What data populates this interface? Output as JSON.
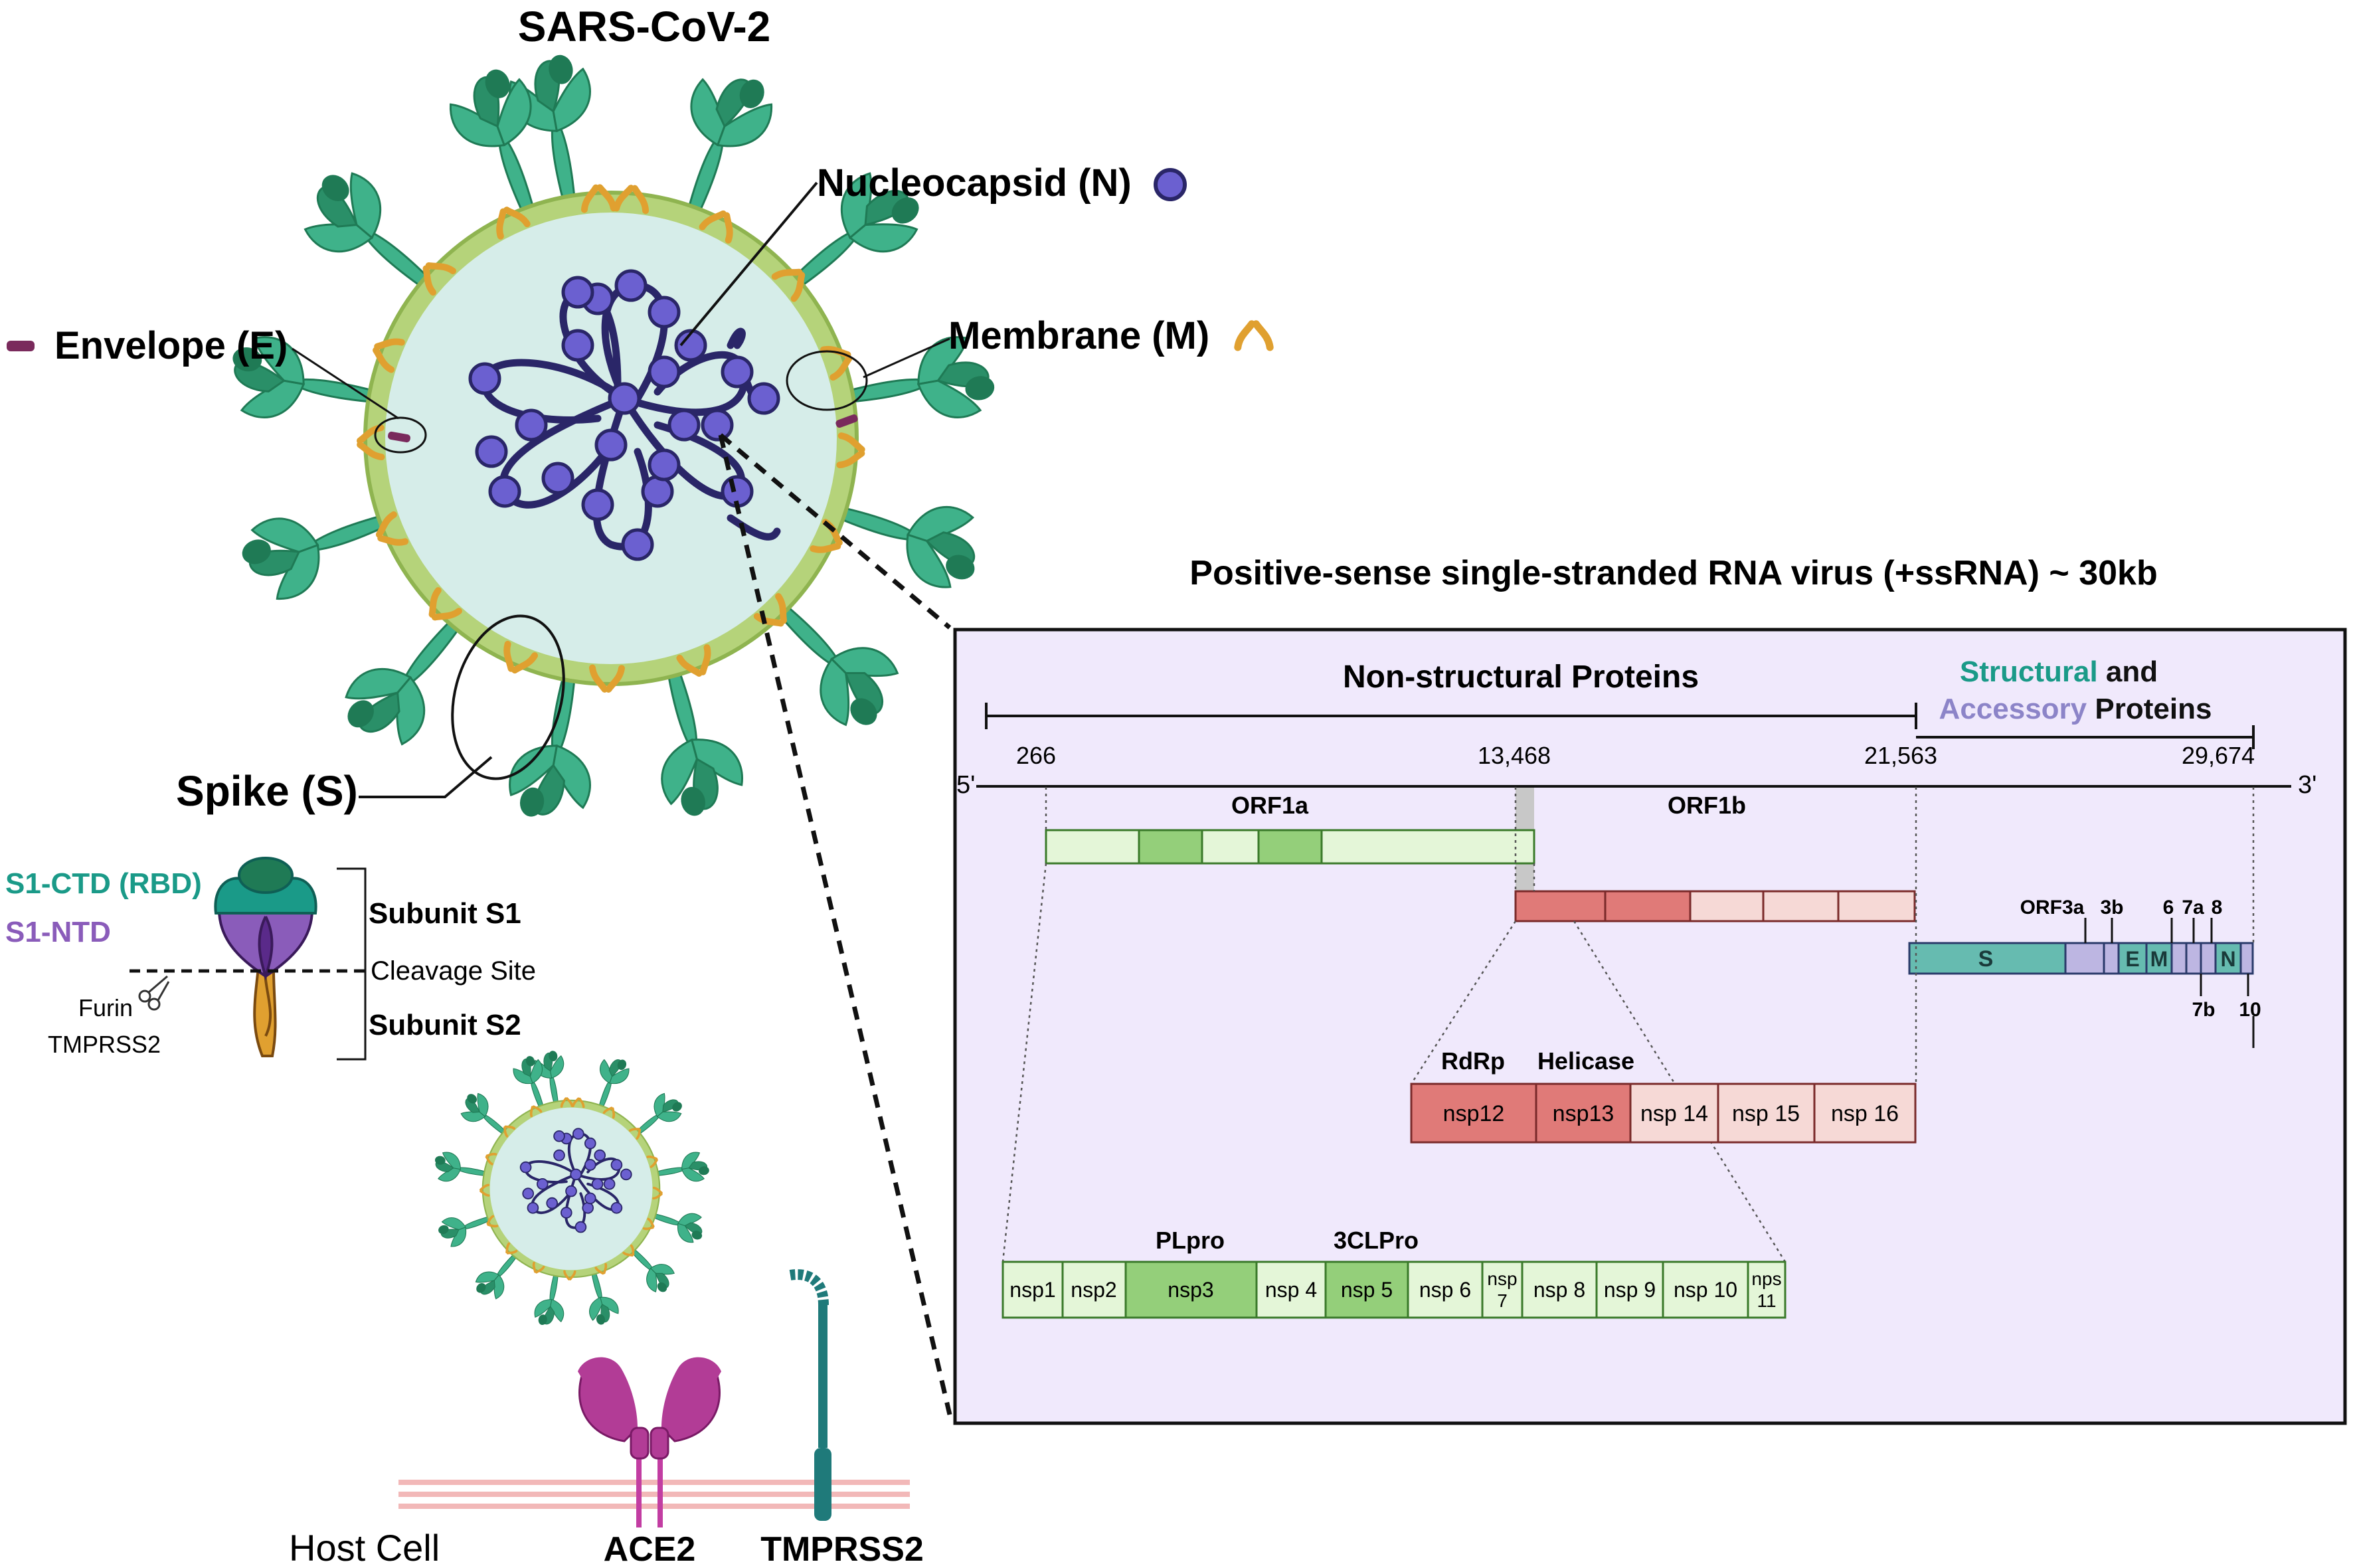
{
  "title": "SARS-CoV-2",
  "virion_labels": {
    "nucleocapsid": "Nucleocapsid (N)",
    "envelope": "Envelope (E)",
    "membrane": "Membrane (M)",
    "spike": "Spike (S)"
  },
  "spike_detail": {
    "s1_ctd": "S1-CTD (RBD)",
    "s1_ntd": "S1-NTD",
    "subunit_s1": "Subunit S1",
    "cleavage": "Cleavage Site",
    "subunit_s2": "Subunit S2",
    "furin": "Furin",
    "tmprss2": "TMPRSS2"
  },
  "host": {
    "host_cell": "Host Cell",
    "ace2": "ACE2",
    "tmprss2": "TMPRSS2"
  },
  "genome": {
    "heading": "Positive-sense single-stranded RNA virus (+ssRNA) ~ 30kb",
    "nonstructural": "Non-structural Proteins",
    "structural_word": "Structural",
    "and_word": " and",
    "accessory_word": "Accessory",
    "proteins_word": " Proteins",
    "pos_266": "266",
    "pos_13468": "13,468",
    "pos_21563": "21,563",
    "pos_29674": "29,674",
    "five_prime": "5'",
    "three_prime": "3'",
    "orf1a": "ORF1a",
    "orf1b": "ORF1b",
    "s_gene": "S",
    "e_gene": "E",
    "m_gene": "M",
    "n_gene": "N",
    "orf3a": "ORF3a",
    "g3b": "3b",
    "g6": "6",
    "g7a": "7a",
    "g8": "8",
    "g7b": "7b",
    "g10": "10",
    "rdrp": "RdRp",
    "helicase": "Helicase",
    "nsp12": "nsp12",
    "nsp13": "nsp13",
    "nsp14": "nsp 14",
    "nsp15": "nsp 15",
    "nsp16": "nsp 16",
    "plpro": "PLpro",
    "clpro": "3CLPro",
    "nsp1": "nsp1",
    "nsp2": "nsp2",
    "nsp3": "nsp3",
    "nsp4": "nsp 4",
    "nsp5": "nsp 5",
    "nsp6": "nsp 6",
    "nsp7a": "nsp",
    "nsp7b": "7",
    "nsp8": "nsp 8",
    "nsp9": "nsp 9",
    "nsp10": "nsp 10",
    "nsp11a": "nps",
    "nsp11b": "11"
  },
  "colors": {
    "spike_green": "#3fb28a",
    "spike_dark": "#1f7a55",
    "membrane_orange": "#e0a030",
    "envelope_purple": "#7a2a5c",
    "interior": "#d6ede9",
    "coat": "#b5d37a",
    "nucleo_blue": "#6b60d0",
    "rna_navy": "#2a2668",
    "panel_bg": "#f0e9fc",
    "orf1a_light": "#e4f6d8",
    "orf1a_mid": "#94cf7a",
    "orf1b_red": "#e07a78",
    "orf1b_light": "#f6d9d6",
    "s_teal": "#66bbb0",
    "acc_lav": "#bdb6e2",
    "rbd_teal": "#1a9a88",
    "ntd_purple": "#8a5cba",
    "ace2_magenta": "#b23c96",
    "tmprss2_teal": "#1f7a7a"
  }
}
